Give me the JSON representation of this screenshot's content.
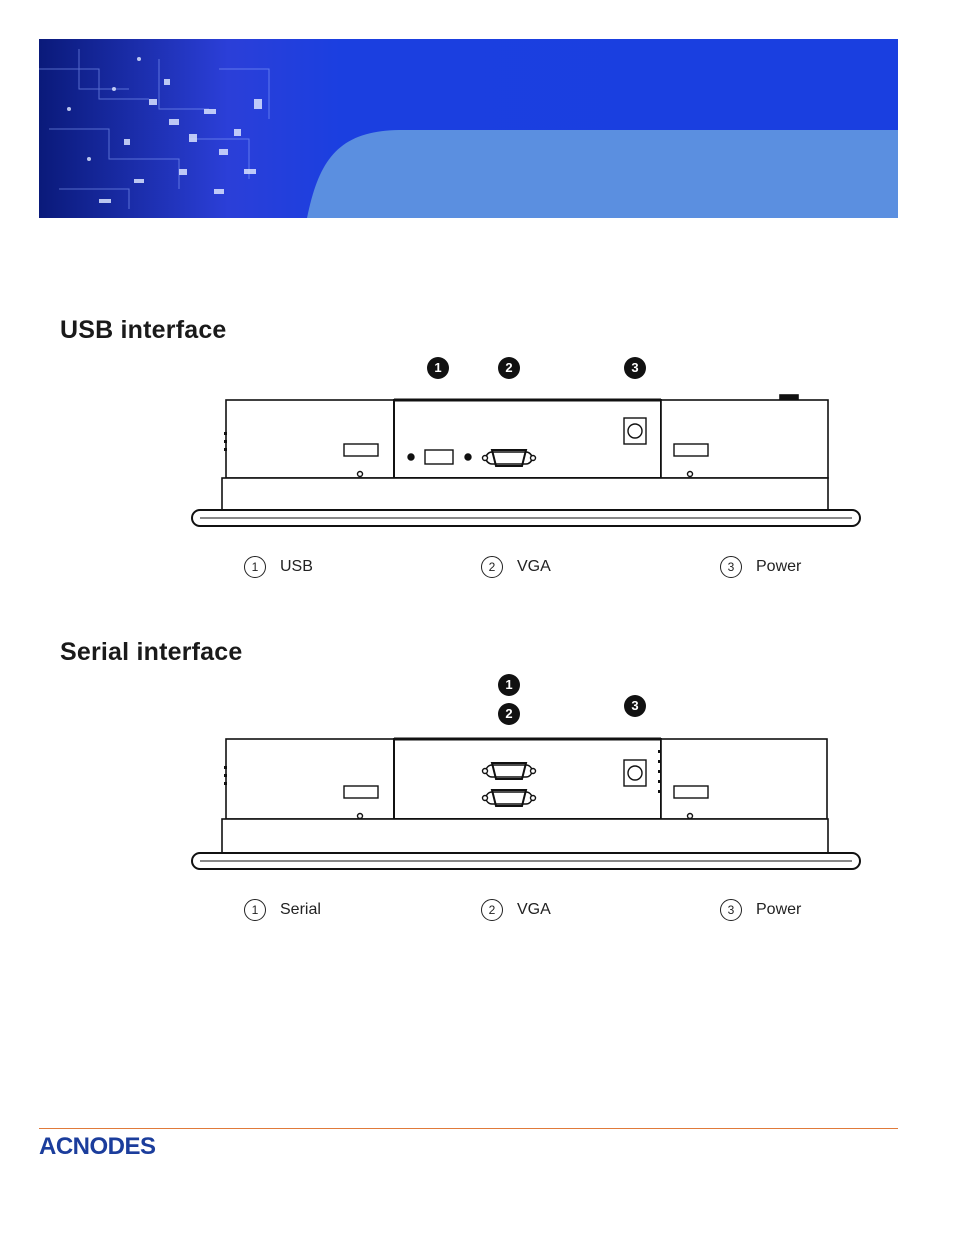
{
  "sections": [
    {
      "title": "USB interface",
      "markers": [
        "1",
        "2",
        "3"
      ],
      "legend": [
        {
          "num": "1",
          "label": "USB"
        },
        {
          "num": "2",
          "label": "VGA"
        },
        {
          "num": "3",
          "label": "Power"
        }
      ]
    },
    {
      "title": "Serial interface",
      "markers": [
        "1",
        "2",
        "3"
      ],
      "legend": [
        {
          "num": "1",
          "label": "Serial"
        },
        {
          "num": "2",
          "label": "VGA"
        },
        {
          "num": "3",
          "label": "Power"
        }
      ]
    }
  ],
  "logo": {
    "text": "ACNODES",
    "color": "#1b3d9c"
  },
  "colors": {
    "banner_blue": "#1a3fe0",
    "banner_wave": "#5b8fe0",
    "footer_rule": "#e07a3a"
  }
}
